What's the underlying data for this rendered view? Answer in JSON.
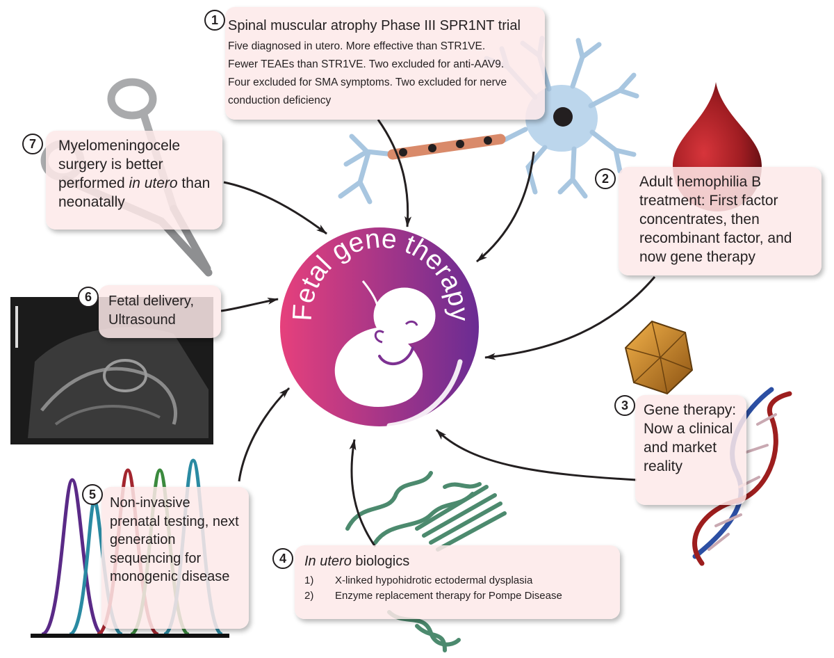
{
  "center": {
    "title": "Fetal gene therapy"
  },
  "boxes": [
    {
      "number": "1",
      "title": "Spinal muscular atrophy Phase III SPR1NT trial",
      "lines": [
        "Five diagnosed in utero. More effective than STR1VE.",
        "Fewer TEAEs than STR1VE. Two excluded for anti-AAV9.",
        "Four excluded for SMA symptoms. Two excluded for nerve",
        "conduction deficiency"
      ]
    },
    {
      "number": "2",
      "text": "Adult hemophilia B treatment: First factor concentrates, then recombinant factor, and now gene therapy"
    },
    {
      "number": "3",
      "text": "Gene therapy: Now a clinical and market reality"
    },
    {
      "number": "4",
      "title_italic": "In utero",
      "title_rest": " biologics",
      "items": [
        {
          "index": "1)",
          "text": "X-linked hypohidrotic ectodermal dysplasia"
        },
        {
          "index": "2)",
          "text": "Enzyme replacement therapy for Pompe Disease"
        }
      ]
    },
    {
      "number": "5",
      "text": "Non-invasive prenatal testing, next generation sequencing for monogenic disease"
    },
    {
      "number": "6",
      "text": "Fetal delivery, Ultrasound"
    },
    {
      "number": "7",
      "text_before": "Myelomeningocele surgery is better performed ",
      "text_italic": "in utero",
      "text_after": " than neonatally"
    }
  ],
  "colors": {
    "gradient_left": "#e73f7c",
    "gradient_right": "#6c2b93",
    "box_fill": "#fde9e9",
    "neuron": "#b8d4ea",
    "blood": "#9e1b1f",
    "nucleotide_purple": "#5b2a86"
  }
}
